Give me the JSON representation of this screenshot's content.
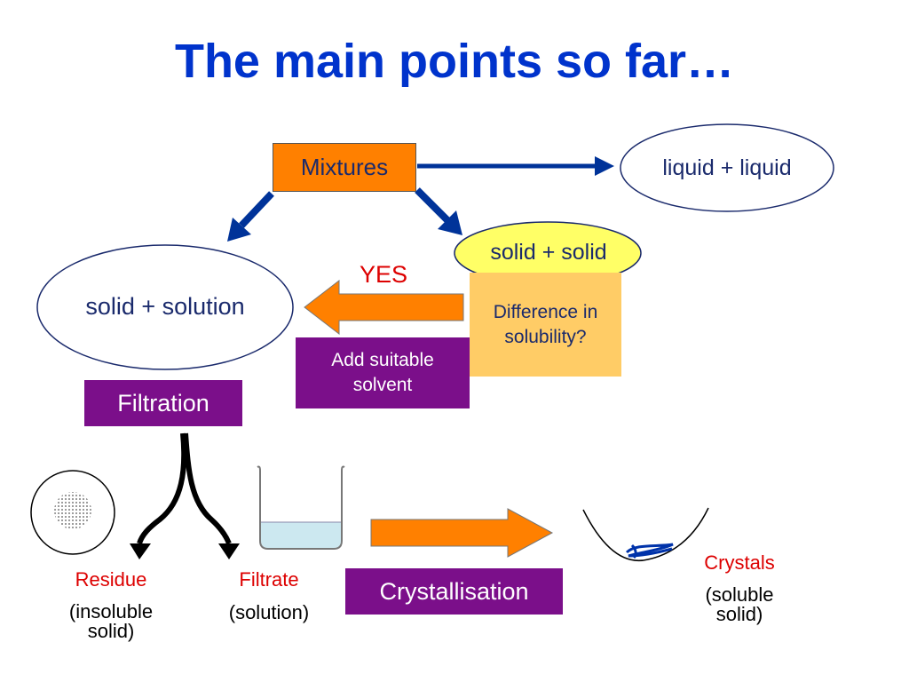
{
  "title": "The main points so far…",
  "nodes": {
    "mixtures": "Mixtures",
    "liquid_liquid": "liquid + liquid",
    "solid_solid": "solid + solid",
    "solid_solution": "solid + solution",
    "yes": "YES",
    "difference": "Difference in solubility?",
    "add_solvent": "Add suitable solvent",
    "filtration": "Filtration",
    "crystallisation": "Crystallisation",
    "residue": "Residue",
    "residue_desc": "(insoluble solid)",
    "filtrate": "Filtrate",
    "filtrate_desc": "(solution)",
    "crystals": "Crystals",
    "crystals_desc": "(soluble solid)"
  },
  "colors": {
    "title": "#0033cc",
    "arrow_blue": "#003399",
    "orange": "#ff8000",
    "purple": "#7b0f8a",
    "pale_orange": "#ffcc66",
    "yellow": "#ffff66",
    "red": "#dd0000",
    "navy": "#1a2a6c",
    "water": "#cce8f0"
  },
  "icons": [
    "filter-paper-icon",
    "beaker-icon",
    "evaporating-dish-icon",
    "crystals-icon"
  ]
}
